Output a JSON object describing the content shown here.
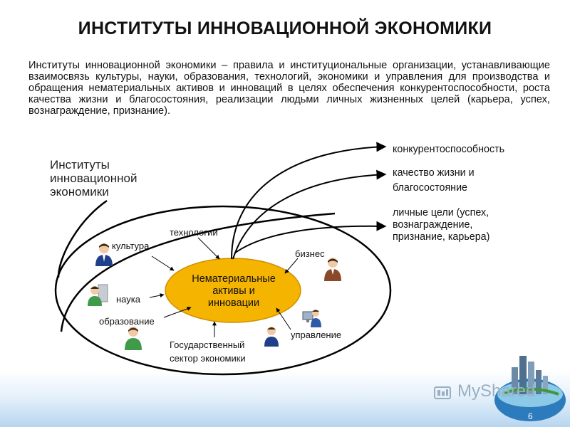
{
  "title": "ИНСТИТУТЫ ИННОВАЦИОННОЙ ЭКОНОМИКИ",
  "intro": "Институты инновационной экономики – правила и институциональные организации, устанавливающие взаимосвязь культуры, науки, образования, технологий, экономики и управления для производства и обращения нематериальных активов и инноваций в целях обеспечения конкурентоспособности, роста качества жизни и благосостояния, реализации людьми личных жизненных целей (карьера, успех, вознаграждение, признание).",
  "diagram": {
    "outer_label": [
      "Институты",
      "инновационной",
      "экономики"
    ],
    "center_label": [
      "Нематериальные",
      "активы и",
      "инновации"
    ],
    "nodes": {
      "culture": "культура",
      "technology": "технологии",
      "business": "бизнес",
      "science": "наука",
      "education": "образование",
      "management": "управление",
      "gov_sector": [
        "Государственный",
        "сектор экономики"
      ]
    },
    "outcomes": [
      [
        "конкурентоспособность"
      ],
      [
        "качество жизни и",
        "благосостояние"
      ],
      [
        "личные цели (успех,",
        "вознаграждение,",
        "признание, карьера)"
      ]
    ],
    "colors": {
      "center_fill": "#f5b400",
      "center_stroke": "#d08f00",
      "lines": "#000000"
    }
  },
  "watermark": "MyShared",
  "page_number": "6"
}
